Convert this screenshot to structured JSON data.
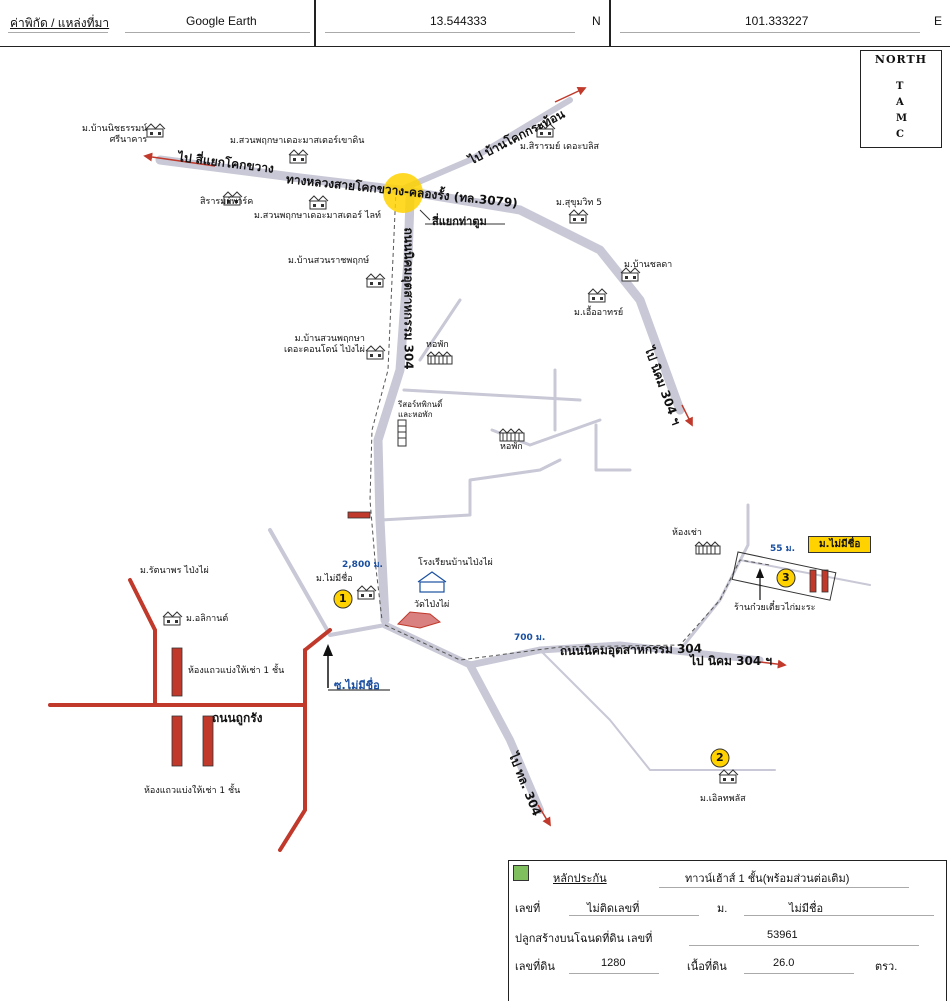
{
  "header": {
    "label": "ค่าพิกัด / แหล่งที่มา",
    "source": "Google Earth",
    "latitude": "13.544333",
    "lat_dir": "N",
    "longitude": "101.333227",
    "lon_dir": "E"
  },
  "north": {
    "title": "NORTH",
    "letters": [
      "T",
      "A",
      "M",
      "C"
    ]
  },
  "colors": {
    "road_main": "#c8c8d6",
    "road_red": "#c0392b",
    "building_red": "#c0392b",
    "junction": "#ffd200",
    "marker": "#ffd200",
    "tag": "#ffd200"
  },
  "map": {
    "roads": {
      "hwy_west": "ไป สี่แยกโคกขวาง",
      "hwy_name": "ทางหลวงสายโคกขวาง-คลองรั้ง (ทล.3079)",
      "hwy_ne": "ไป บ้านโคกกระท้อน",
      "to_nikhom_top": "ไป นิคม 304 ฯ",
      "road_304_vertical": "ถนนนิคมอุตสาหกรรม 304",
      "road_304_east": "ถนนนิคมอุตสาหกรรม 304",
      "to_nikhom_east": "ไป นิคม 304 ฯ",
      "to_tl304": "ไป ทล. 304",
      "thanon_tukrang": "ถนนถูกรัง",
      "soi_no_name": "ซ.ไม่มีชื่อ"
    },
    "junction": "สี่แยกท่าตูม",
    "places": {
      "wanit_tham": "ม.บ้านนิชธรรมน์\nศรีนาคาร",
      "suanphruksa_ndw": "ม.สวนพฤกษาเดอะมาสเตอร์เขาดิน",
      "sirarom_top": "ม.สิรารมย์ เดอะบลิส",
      "sirarom_park": "สิรารมย์พาร์ค",
      "suanphruksa_the_master": "ม.สวนพฤกษาเดอะมาสเตอร์ ไลท์",
      "sukhumvit5": "ม.สุขุมวิท 5",
      "ban_suan_rat": "ม.บ้านสวนราชพฤกษ์",
      "ban_chonlada": "ม.บ้านชลดา",
      "ua_athorn": "ม.เอื้ออาทรย์",
      "ban_suanphruksa_condo": "ม.บ้านสวนพฤกษา\nเดอะคอนโดน์ ไป่งไผ่",
      "dorm1": "หอพัก",
      "resort": "รีสอร์ทพิกนดิ์\nและหอพัก",
      "dorm2": "หอพัก",
      "school": "โรงเรียนบ้านไป่งไผ่",
      "temple": "วัดไป่งไผ่",
      "no_name_village": "ม.ไม่มีชื่อ",
      "rattanaphon": "ม.รัตนาพร ไป่งไผ่",
      "alikan": "ม.อลิกานต์",
      "shophouse1": "ห้องแถวแบ่งให้เช่า 1 ชั้น",
      "shophouse2": "ห้องแถวแบ่งให้เช่า 1 ชั้น",
      "rent_room": "ห้องเช่า",
      "no_name_tag": "ม.ไม่มีชื่อ",
      "noodle_shop": "ร้านก๋วยเตี๋ยวไก่มะระ",
      "ban_earth": "ม.เอิลทพลัส"
    },
    "distances": {
      "d1": "2,800 ม.",
      "d2": "700 ม.",
      "d3": "55 ม."
    },
    "markers": [
      "1",
      "2",
      "3"
    ]
  },
  "info": {
    "row1_label": "หลักประกัน",
    "row1_value": "ทาวน์เฮ้าส์ 1 ชั้น(พร้อมส่วนต่อเติม)",
    "row2_label": "เลขที่",
    "row2_value": "ไม่ติดเลขที่",
    "row2_label2": "ม.",
    "row2_value2": "ไม่มีชื่อ",
    "row3_label": "ปลูกสร้างบนโฉนดที่ดิน เลขที่",
    "row3_value": "53961",
    "row4_label": "เลขที่ดิน",
    "row4_value": "1280",
    "row4_label2": "เนื้อที่ดิน",
    "row4_value2": "26.0",
    "row4_unit": "ตรว."
  }
}
